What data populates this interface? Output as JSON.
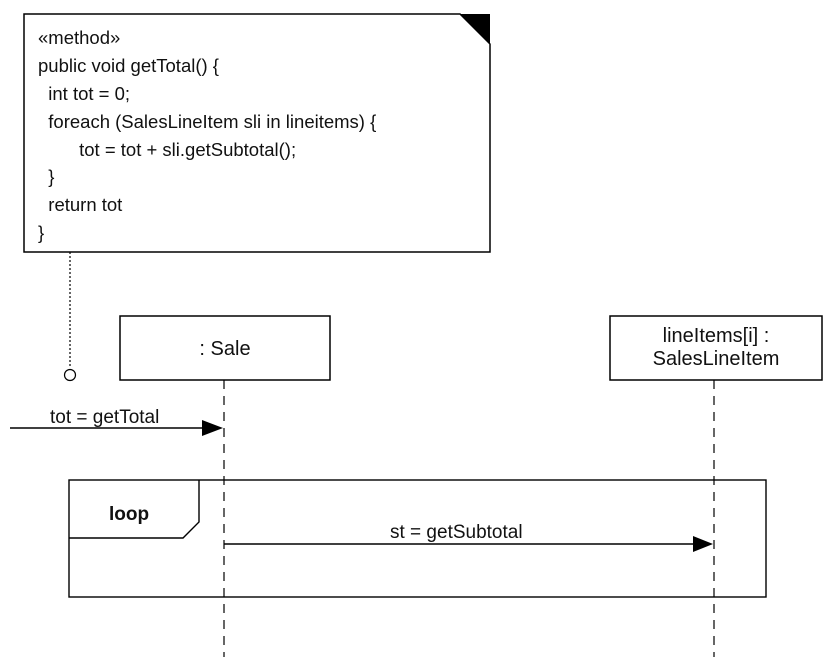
{
  "note": {
    "lines": [
      "«method»",
      "public void getTotal() {",
      "  int tot = 0;",
      "  foreach (SalesLineItem sli in lineitems) {",
      "        tot = tot + sli.getSubtotal();",
      "  }",
      "  return tot",
      "}"
    ]
  },
  "lifelines": [
    {
      "label": ": Sale"
    },
    {
      "label": "lineItems[i] :\nSalesLineItem"
    }
  ],
  "messages": {
    "incoming": "tot = getTotal",
    "loop_call": "st = getSubtotal"
  },
  "frame": {
    "operator": "loop"
  }
}
